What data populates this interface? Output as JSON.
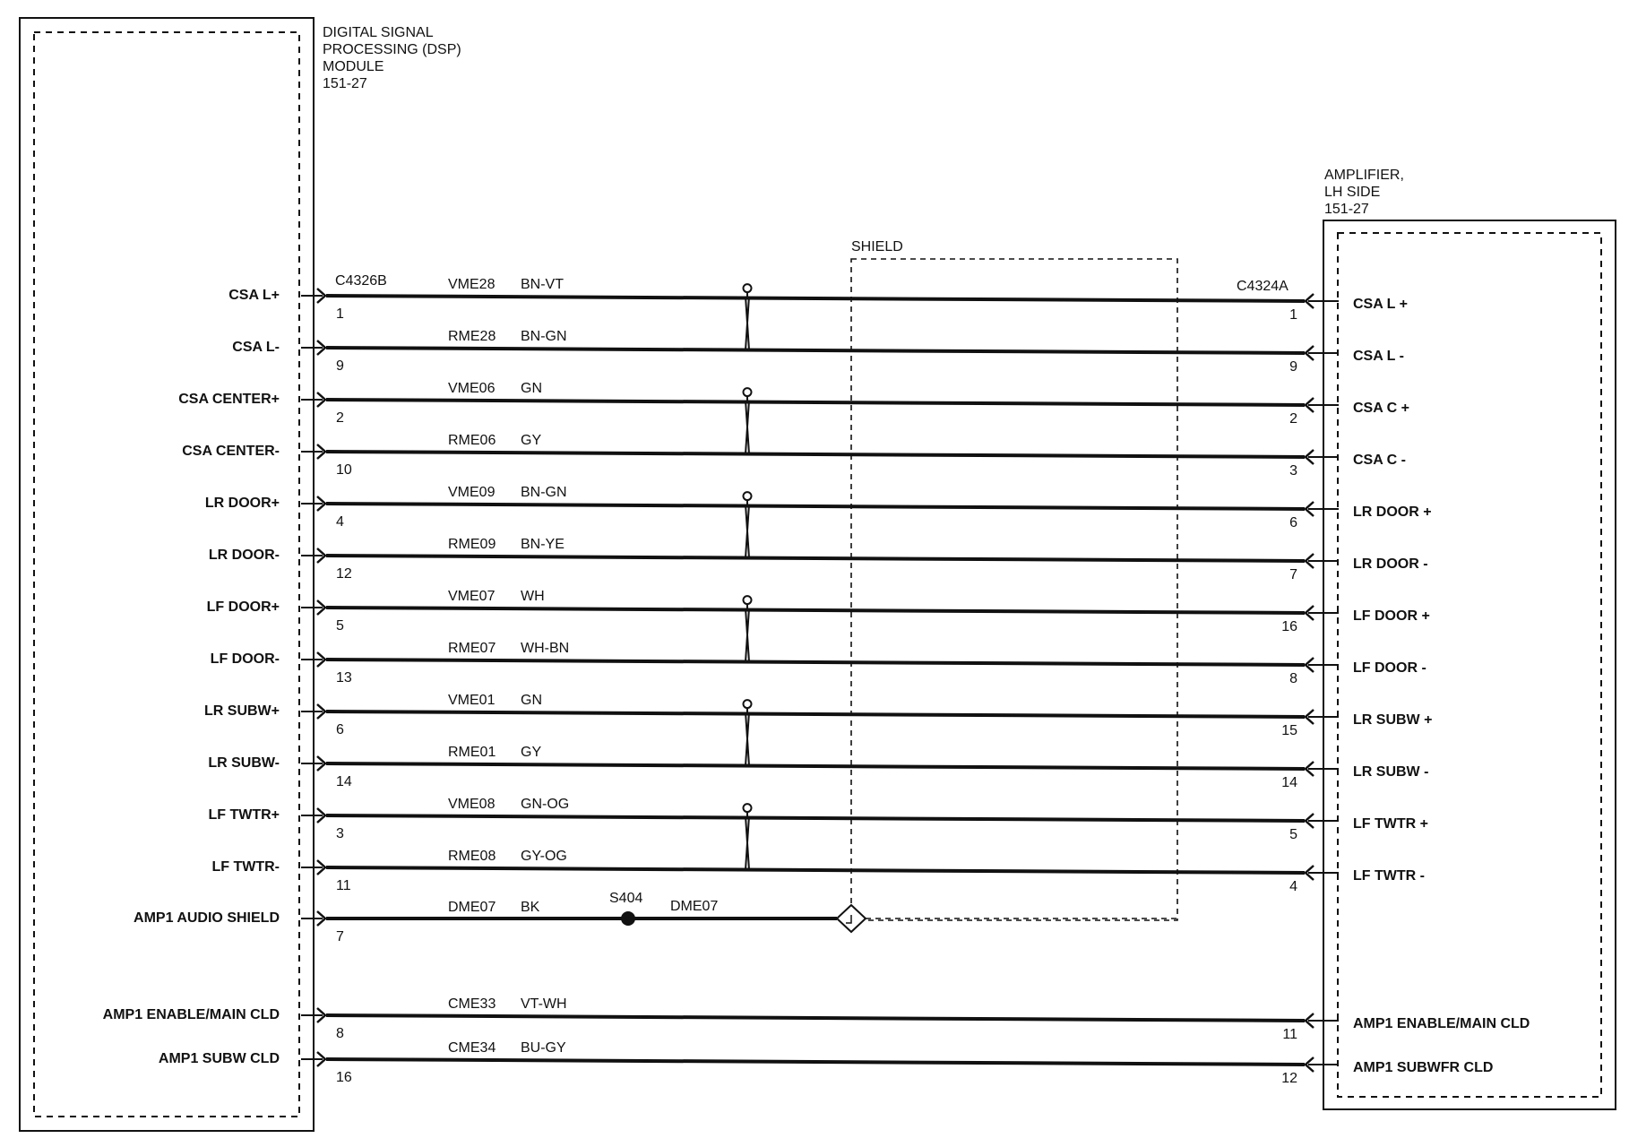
{
  "dsp_module": {
    "title_lines": [
      "DIGITAL SIGNAL",
      "PROCESSING (DSP)",
      "MODULE",
      "151-27"
    ],
    "connector": "C4326B"
  },
  "amplifier": {
    "title_lines": [
      "AMPLIFIER,",
      "LH SIDE",
      "151-27"
    ],
    "connector": "C4324A"
  },
  "shield": {
    "label": "SHIELD"
  },
  "splice": {
    "label": "S404",
    "wire_after": "DME07"
  },
  "wires": [
    {
      "left_label": "CSA L+",
      "left_pin": "1",
      "circuit": "VME28",
      "color": "BN-VT",
      "right_pin": "1",
      "right_label": "CSA L +",
      "twisted_pair_top": true
    },
    {
      "left_label": "CSA L-",
      "left_pin": "9",
      "circuit": "RME28",
      "color": "BN-GN",
      "right_pin": "9",
      "right_label": "CSA L -"
    },
    {
      "left_label": "CSA CENTER+",
      "left_pin": "2",
      "circuit": "VME06",
      "color": "GN",
      "right_pin": "2",
      "right_label": "CSA C +",
      "twisted_pair_top": true
    },
    {
      "left_label": "CSA CENTER-",
      "left_pin": "10",
      "circuit": "RME06",
      "color": "GY",
      "right_pin": "3",
      "right_label": "CSA C -"
    },
    {
      "left_label": "LR DOOR+",
      "left_pin": "4",
      "circuit": "VME09",
      "color": "BN-GN",
      "right_pin": "6",
      "right_label": "LR DOOR +",
      "twisted_pair_top": true
    },
    {
      "left_label": "LR DOOR-",
      "left_pin": "12",
      "circuit": "RME09",
      "color": "BN-YE",
      "right_pin": "7",
      "right_label": "LR DOOR -"
    },
    {
      "left_label": "LF DOOR+",
      "left_pin": "5",
      "circuit": "VME07",
      "color": "WH",
      "right_pin": "16",
      "right_label": "LF DOOR +",
      "twisted_pair_top": true
    },
    {
      "left_label": "LF DOOR-",
      "left_pin": "13",
      "circuit": "RME07",
      "color": "WH-BN",
      "right_pin": "8",
      "right_label": "LF DOOR -"
    },
    {
      "left_label": "LR SUBW+",
      "left_pin": "6",
      "circuit": "VME01",
      "color": "GN",
      "right_pin": "15",
      "right_label": "LR SUBW +",
      "twisted_pair_top": true
    },
    {
      "left_label": "LR SUBW-",
      "left_pin": "14",
      "circuit": "RME01",
      "color": "GY",
      "right_pin": "14",
      "right_label": "LR SUBW -"
    },
    {
      "left_label": "LF TWTR+",
      "left_pin": "3",
      "circuit": "VME08",
      "color": "GN-OG",
      "right_pin": "5",
      "right_label": "LF TWTR +",
      "twisted_pair_top": true
    },
    {
      "left_label": "LF TWTR-",
      "left_pin": "11",
      "circuit": "RME08",
      "color": "GY-OG",
      "right_pin": "4",
      "right_label": "LF TWTR -"
    },
    {
      "left_label": "AMP1 AUDIO SHIELD",
      "left_pin": "7",
      "circuit": "DME07",
      "color": "BK",
      "shield_drain": true
    },
    {
      "left_label": "AMP1 ENABLE/MAIN CLD",
      "left_pin": "8",
      "circuit": "CME33",
      "color": "VT-WH",
      "right_pin": "11",
      "right_label": "AMP1 ENABLE/MAIN CLD"
    },
    {
      "left_label": "AMP1 SUBW CLD",
      "left_pin": "16",
      "circuit": "CME34",
      "color": "BU-GY",
      "right_pin": "12",
      "right_label": "AMP1 SUBWFR CLD"
    }
  ]
}
